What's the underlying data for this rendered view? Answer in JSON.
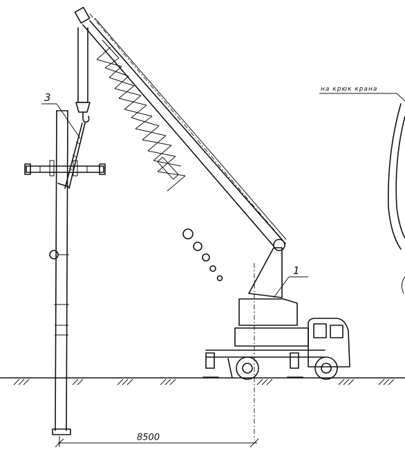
{
  "labels": {
    "callout_3": "3",
    "callout_1": "1",
    "dimension": "8500",
    "hook_note": "на крюк крана"
  },
  "colors": {
    "ink": "#111111",
    "paper": "#ffffff"
  }
}
